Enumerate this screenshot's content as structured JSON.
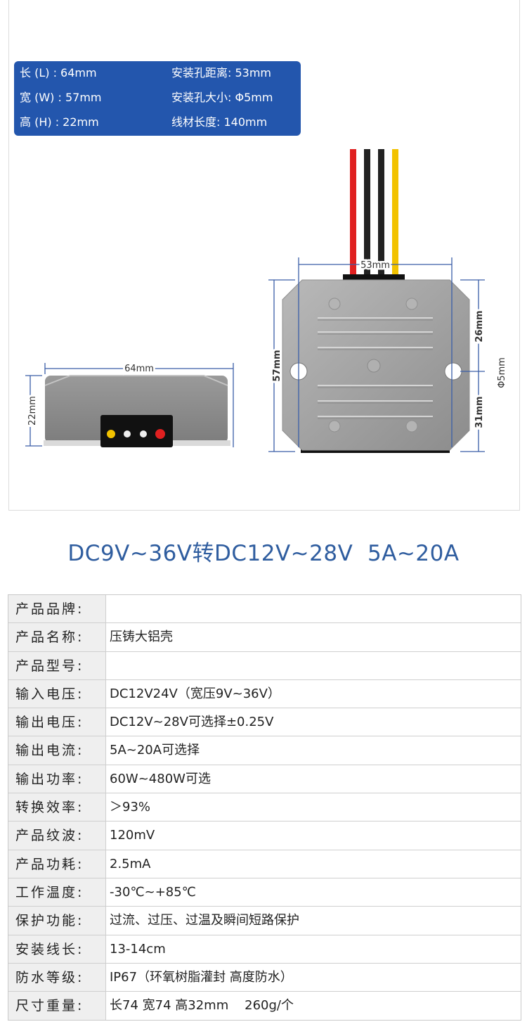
{
  "dimensions": {
    "rows": [
      {
        "left": "长 (L) : 64mm",
        "right": "安装孔距离: 53mm"
      },
      {
        "left": "宽 (W) : 57mm",
        "right": "安装孔大小: Φ5mm"
      },
      {
        "left": "高 (H) : 22mm",
        "right": "线材长度: 140mm"
      }
    ]
  },
  "drawing": {
    "side_width": "64mm",
    "side_height": "22mm",
    "hole_spacing": "53mm",
    "top_width": "57mm",
    "upper_offset": "26mm",
    "lower_offset": "31mm",
    "hole_diameter": "Φ5mm",
    "wire_colors": [
      "#e02020",
      "#222222",
      "#222222",
      "#f2c200"
    ],
    "accent_color": "#2356ad"
  },
  "title": "DC9V~36V转DC12V~28V  5A~20A",
  "specs": [
    {
      "key": "产品品牌:",
      "value": ""
    },
    {
      "key": "产品名称:",
      "value": "压铸大铝壳"
    },
    {
      "key": "产品型号:",
      "value": ""
    },
    {
      "key": "输入电压:",
      "value": "DC12V24V（宽压9V~36V）"
    },
    {
      "key": "输出电压:",
      "value": "DC12V~28V可选择±0.25V"
    },
    {
      "key": "输出电流:",
      "value": "5A~20A可选择"
    },
    {
      "key": "输出功率:",
      "value": "60W~480W可选"
    },
    {
      "key": "转换效率:",
      "value": "＞93%"
    },
    {
      "key": "产品纹波:",
      "value": "120mV"
    },
    {
      "key": "产品功耗:",
      "value": "2.5mA"
    },
    {
      "key": "工作温度:",
      "value": "-30℃~+85℃"
    },
    {
      "key": "保护功能:",
      "value": "过流、过压、过温及瞬间短路保护"
    },
    {
      "key": "安装线长:",
      "value": "13-14cm"
    },
    {
      "key": "防水等级:",
      "value": "IP67（环氧树脂灌封 高度防水）"
    },
    {
      "key": "尺寸重量:",
      "value": "长74 宽74 高32mm    260g/个"
    }
  ]
}
